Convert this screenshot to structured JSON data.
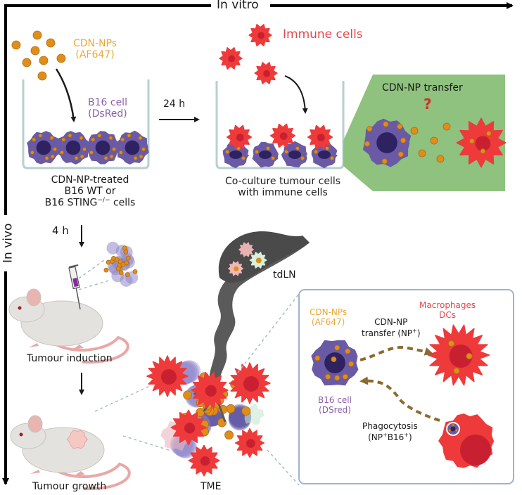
{
  "axes": {
    "in_vitro_label": "In vitro",
    "in_vivo_label": "In vivo"
  },
  "colors": {
    "nanoparticle": "#e08e1a",
    "b16_cell": "#6a5aa6",
    "b16_nucleus": "#2e2260",
    "immune_cell": "#ee3a3a",
    "immune_nucleus": "#c82030",
    "green_panel": "#8ec27e",
    "box_border": "#9fb2d4",
    "dashed_arrow": "#8a6a2e",
    "lymph": "#555555",
    "mouse": "#e4e2df",
    "mouse_pink": "#e8a8a8"
  },
  "in_vitro": {
    "cdn_nps_label": "CDN-NPs",
    "cdn_nps_sub": "(AF647)",
    "b16_label": "B16 cell",
    "b16_sub": "(DsRed)",
    "time_label": "24 h",
    "well1_caption": [
      "CDN-NP-treated",
      "B16 WT or",
      "B16 STING"
    ],
    "well1_superscript": "−/−",
    "well1_caption_suffix": " cells",
    "immune_cells_label": "Immune cells",
    "well2_caption": [
      "Co-culture tumour cells",
      "with immune cells"
    ],
    "transfer_panel_title": "CDN-NP transfer",
    "transfer_question": "?"
  },
  "in_vivo": {
    "time_label": "4 h",
    "tumour_induction_label": "Tumour induction",
    "tumour_growth_label": "Tumour growth",
    "tme_label": "TME",
    "tdln_label": "tdLN"
  },
  "detail_box": {
    "cdn_nps_label": "CDN-NPs",
    "cdn_nps_sub": "(AF647)",
    "transfer_label_1": "CDN-NP",
    "transfer_label_2": "transfer (NP",
    "transfer_sup": "+",
    "transfer_close": ")",
    "macrophages_label": "Macrophages",
    "dcs_label": "DCs",
    "b16_label": "B16 cell",
    "b16_sub": "(DSred)",
    "phago_label": "Phagocytosis",
    "phago_sub_1": "(NP",
    "phago_sup_1": "+",
    "phago_sub_2": "B16",
    "phago_sup_2": "+",
    "phago_close": ")"
  }
}
